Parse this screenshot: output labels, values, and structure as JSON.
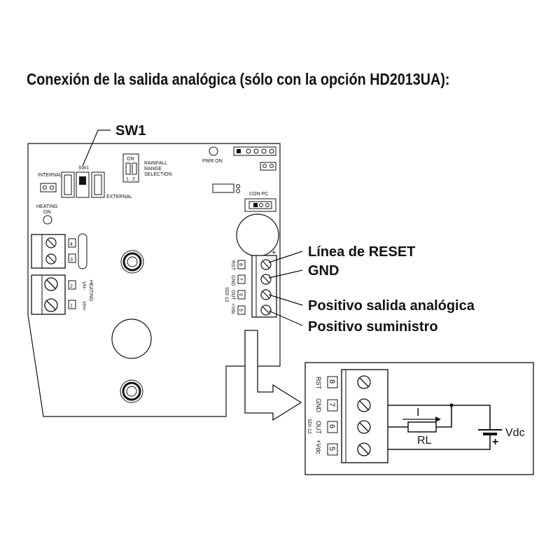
{
  "title": "Conexión de la salida analógica (sólo con la opción HD2013UA):",
  "callouts": {
    "sw1": "SW1",
    "reset": "Línea de RESET",
    "gnd": "GND",
    "analog_out": "Positivo salida analógica",
    "supply": "Positivo suministro"
  },
  "board_labels": {
    "internal": "INTERNAL",
    "sw1": "SW1",
    "external": "EXTERNAL",
    "on": "ON",
    "dip_1": "1",
    "dip_2": "2",
    "rainfall_1": "RAINFALL",
    "rainfall_2": "RANGE",
    "rainfall_3": "SELECTION",
    "pwr_on": "PWR ON",
    "con_pc": "CON PC",
    "heating_1": "HEATING",
    "heating_2": "ON",
    "vh_minus": "VH-",
    "vh_plus": "VH+",
    "heating_side": "HEATING",
    "t4": "4",
    "t3": "3",
    "t2": "2",
    "t1": "1"
  },
  "terminals": [
    {
      "num": "8",
      "label": "RST"
    },
    {
      "num": "7",
      "label": "GND"
    },
    {
      "num": "6",
      "label": "OUT"
    },
    {
      "num": "5",
      "label": "+Vdc"
    }
  ],
  "sdi_label": "SDI-12",
  "plus_sign": "+",
  "circuit": {
    "current": "I",
    "resistor": "RL",
    "battery_plus": "+",
    "voltage": "Vdc"
  }
}
